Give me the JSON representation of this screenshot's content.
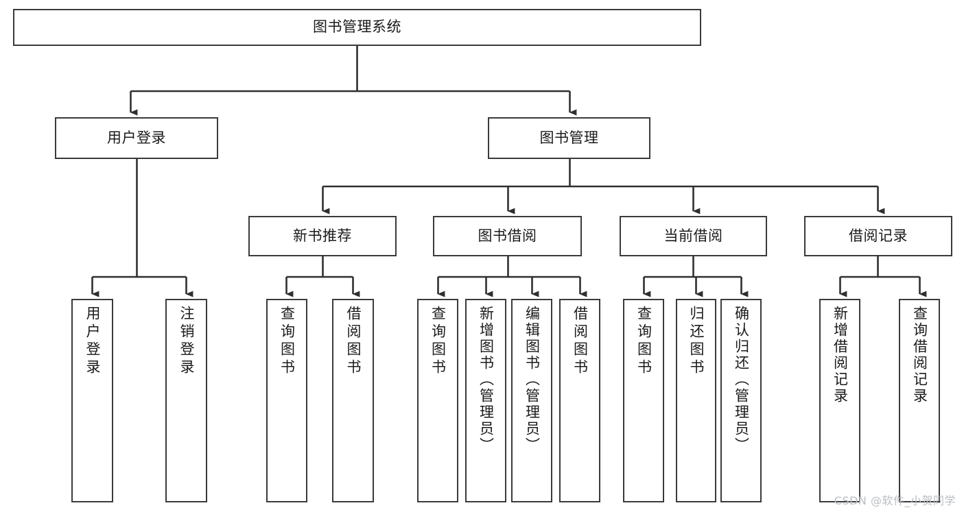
{
  "diagram": {
    "type": "tree-hierarchy-chart",
    "title": "图书管理系统",
    "stroke_color": "#3a3a3a",
    "fill_color": "#ffffff",
    "text_color": "#1a1a1a",
    "levels": {
      "root": {
        "label": "图书管理系统"
      },
      "level2": [
        {
          "label": "用户登录"
        },
        {
          "label": "图书管理"
        }
      ],
      "level3": [
        {
          "label": "新书推荐"
        },
        {
          "label": "图书借阅"
        },
        {
          "label": "当前借阅"
        },
        {
          "label": "借阅记录"
        }
      ],
      "leaves": [
        {
          "label": "用户登录",
          "parent": "用户登录"
        },
        {
          "label": "注销登录",
          "parent": "用户登录"
        },
        {
          "label": "查询图书",
          "parent": "新书推荐"
        },
        {
          "label": "借阅图书",
          "parent": "新书推荐"
        },
        {
          "label": "查询图书",
          "parent": "图书借阅"
        },
        {
          "label": "新增图书（管理员）",
          "parent": "图书借阅"
        },
        {
          "label": "编辑图书（管理员）",
          "parent": "图书借阅"
        },
        {
          "label": "借阅图书",
          "parent": "图书借阅"
        },
        {
          "label": "查询图书",
          "parent": "当前借阅"
        },
        {
          "label": "归还图书",
          "parent": "当前借阅"
        },
        {
          "label": "确认归还（管理员）",
          "parent": "当前借阅"
        },
        {
          "label": "新增借阅记录",
          "parent": "借阅记录"
        },
        {
          "label": "查询借阅记录",
          "parent": "借阅记录"
        }
      ]
    }
  },
  "watermark": {
    "text": "CSDN @软件_小贺同学"
  }
}
